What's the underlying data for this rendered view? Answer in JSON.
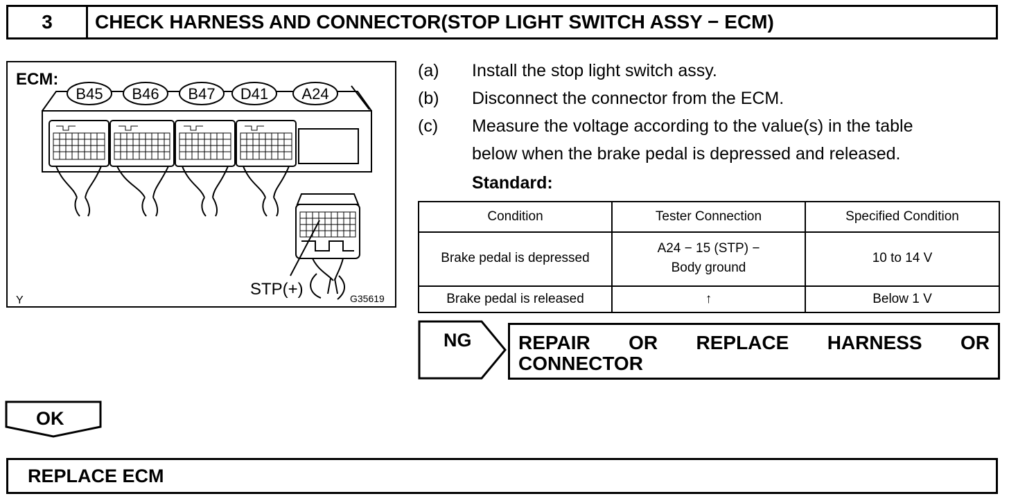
{
  "header": {
    "step_number": "3",
    "title": "CHECK HARNESS AND CONNECTOR(STOP LIGHT SWITCH ASSY − ECM)"
  },
  "figure": {
    "ecm_label": "ECM:",
    "connectors": [
      "B45",
      "B46",
      "B47",
      "D41",
      "A24"
    ],
    "terminal_label": "STP(+)",
    "corner_mark": "Y",
    "figure_id": "G35619"
  },
  "steps": [
    {
      "label": "(a)",
      "lines": [
        "Install the stop light switch assy."
      ]
    },
    {
      "label": "(b)",
      "lines": [
        "Disconnect the connector from the ECM."
      ]
    },
    {
      "label": "(c)",
      "lines": [
        "Measure the voltage according to the value(s) in the table",
        "below when the brake pedal is depressed and released."
      ]
    }
  ],
  "standard_label": "Standard:",
  "table": {
    "headers": [
      "Condition",
      "Tester Connection",
      "Specified Condition"
    ],
    "rows": [
      {
        "condition": "Brake pedal is depressed",
        "connection_line1": "A24 − 15 (STP) −",
        "connection_line2": "Body ground",
        "spec": "10 to 14 V"
      },
      {
        "condition": "Brake pedal is released",
        "connection_line1": "↑",
        "connection_line2": "",
        "spec": "Below 1 V"
      }
    ]
  },
  "ng": {
    "label": "NG",
    "action_words": [
      "REPAIR",
      "OR",
      "REPLACE",
      "HARNESS",
      "OR"
    ],
    "action_line2": "CONNECTOR"
  },
  "ok": {
    "label": "OK"
  },
  "final": {
    "action": "REPLACE ECM"
  }
}
